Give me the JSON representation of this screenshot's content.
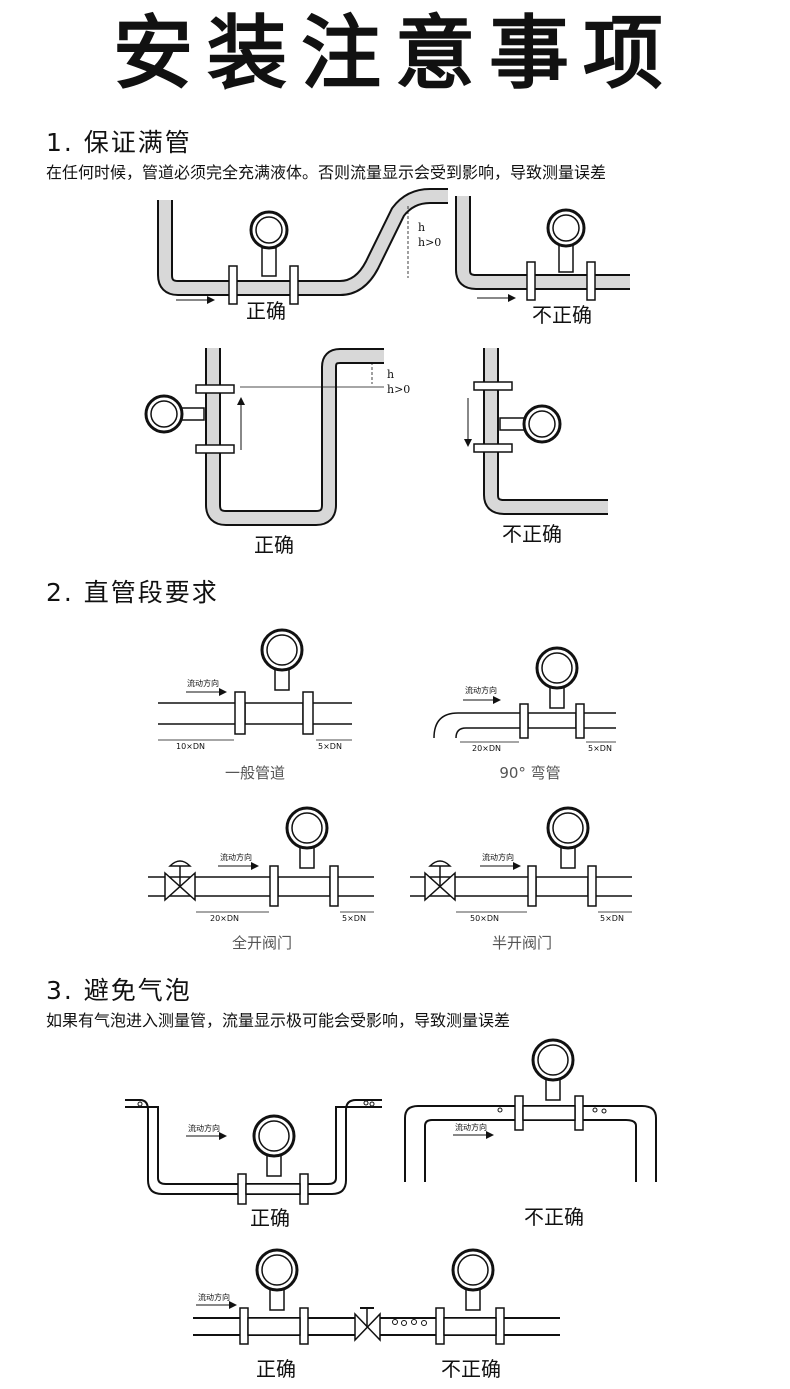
{
  "title": "安装注意事项",
  "s1": {
    "heading": "1. 保证满管",
    "desc": "在任何时候，管道必须完全充满液体。否则流量显示会受到影响，导致测量误差",
    "labels": {
      "a": "正确",
      "b": "不正确",
      "c": "正确",
      "d": "不正确"
    },
    "h": "h",
    "hgt": "h>0"
  },
  "s2": {
    "heading": "2. 直管段要求",
    "flow": "流动方向",
    "d10": "10×DN",
    "d20": "20×DN",
    "d50": "50×DN",
    "d5": "5×DN",
    "captions": {
      "a": "一般管道",
      "b": "90° 弯管",
      "c": "全开阀门",
      "d": "半开阀门"
    }
  },
  "s3": {
    "heading": "3. 避免气泡",
    "desc": "如果有气泡进入测量管，流量显示极可能会受影响，导致测量误差",
    "flow": "流动方向",
    "labels": {
      "a": "正确",
      "b": "不正确",
      "c": "正确",
      "d": "不正确"
    }
  }
}
